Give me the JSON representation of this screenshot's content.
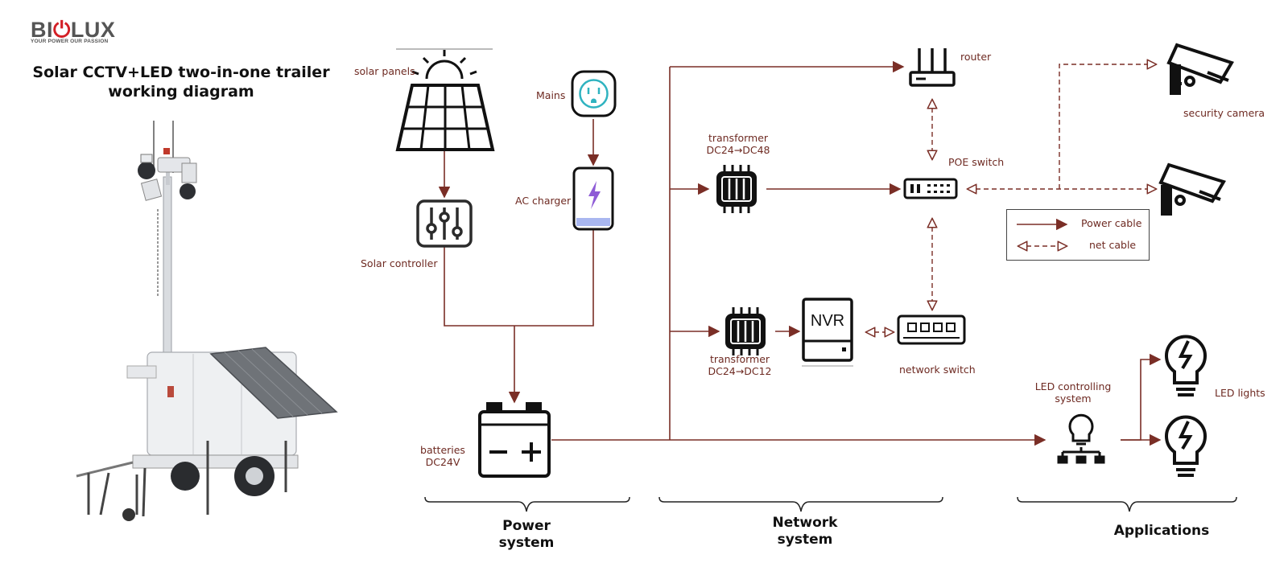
{
  "logo": {
    "text_a": "BI",
    "text_b": "LUX",
    "tagline": "YOUR POWER  OUR PASSION"
  },
  "title": {
    "line1": "Solar CCTV+LED two-in-one trailer",
    "line2": "working diagram"
  },
  "colors": {
    "line": "#7a2e26",
    "label": "#6e2a22",
    "icon": "#111111",
    "mains_accent": "#2fb3c0",
    "charger_accent": "#8e5bd6",
    "charger_band": "#a9b7f0"
  },
  "nodes": {
    "solar_panels": {
      "label": "solar panels",
      "icon": "solar-panel-icon"
    },
    "mains": {
      "label": "Mains",
      "icon": "power-outlet-icon"
    },
    "ac_charger": {
      "label": "AC charger",
      "icon": "charger-icon"
    },
    "solar_controller": {
      "label": "Solar controller",
      "icon": "controller-sliders-icon"
    },
    "batteries": {
      "label_line1": "batteries",
      "label_line2": "DC24V",
      "icon": "battery-icon"
    },
    "transformer_48": {
      "label_line1": "transformer",
      "label_line2": "DC24→DC48",
      "icon": "transformer-icon"
    },
    "transformer_12": {
      "label_line1": "transformer",
      "label_line2": "DC24→DC12",
      "icon": "transformer-icon"
    },
    "nvr": {
      "text": "NVR",
      "icon": "nvr-icon"
    },
    "router": {
      "label": "router",
      "icon": "router-icon"
    },
    "poe_switch": {
      "label": "POE switch",
      "icon": "switch-icon"
    },
    "network_switch": {
      "label": "network switch",
      "icon": "network-switch-icon"
    },
    "security_camera": {
      "label": "security camera",
      "icon": "security-camera-icon"
    },
    "led_control": {
      "label_line1": "LED controlling",
      "label_line2": "system",
      "icon": "network-bulb-icon"
    },
    "led_lights": {
      "label": "LED lights",
      "icon": "light-bulb-icon"
    }
  },
  "legend": {
    "power": "Power cable",
    "net": "net cable"
  },
  "sections": {
    "power": {
      "line1": "Power",
      "line2": "system"
    },
    "network": {
      "line1": "Network",
      "line2": "system"
    },
    "applications": {
      "line1": "Applications"
    }
  }
}
